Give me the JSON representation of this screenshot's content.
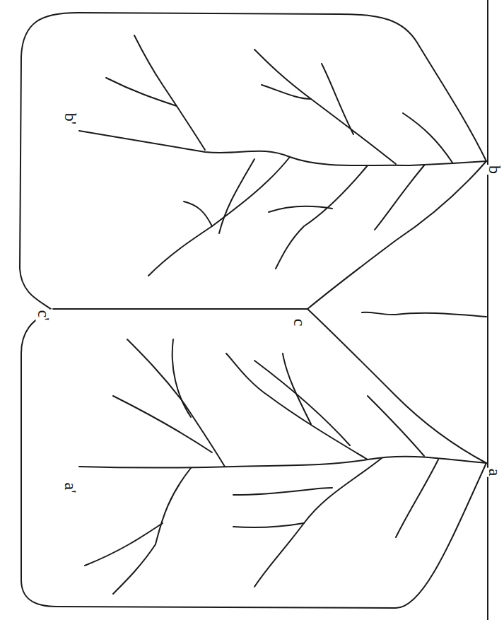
{
  "diagram": {
    "labels": [
      "b'",
      "b",
      "c'",
      "c",
      "a'",
      "a"
    ]
  }
}
